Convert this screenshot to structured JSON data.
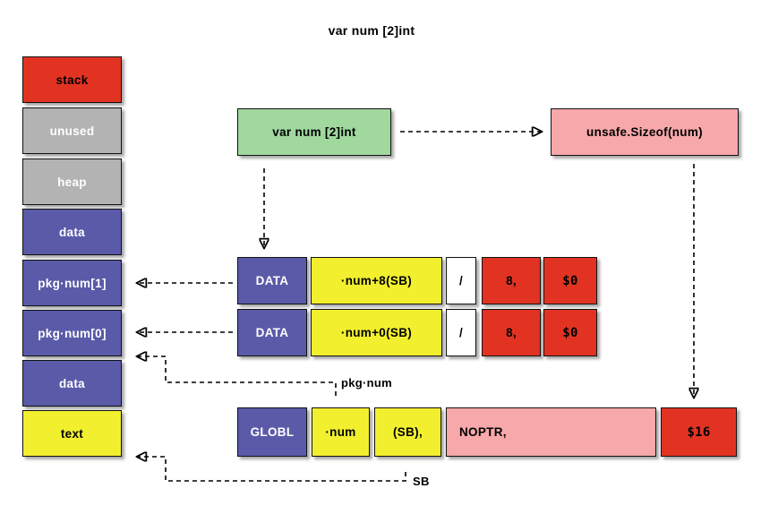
{
  "title": "var num [2]int",
  "colors": {
    "red": "#e23322",
    "gray": "#b3b3b3",
    "indigo": "#5a5aa9",
    "yellow": "#f2ef2f",
    "green": "#a0d89e",
    "pink": "#f7a8aa",
    "white": "#ffffff",
    "arrow": "#000000",
    "background": "#ffffff"
  },
  "memory_map": {
    "items": [
      {
        "label": "stack",
        "color": "red"
      },
      {
        "label": "unused",
        "color": "gray"
      },
      {
        "label": "heap",
        "color": "gray"
      },
      {
        "label": "data",
        "color": "indigo"
      },
      {
        "label": "pkg·num[1]",
        "color": "indigo"
      },
      {
        "label": "pkg·num[0]",
        "color": "indigo"
      },
      {
        "label": "data",
        "color": "indigo"
      },
      {
        "label": "text",
        "color": "yellow"
      }
    ]
  },
  "source": {
    "declaration": "var num [2]int",
    "sizeof": "unsafe.Sizeof(num)"
  },
  "data_directives": [
    {
      "op": "DATA",
      "operand": "·num+8(SB)",
      "sep": "/",
      "size": "8,",
      "value": "$0"
    },
    {
      "op": "DATA",
      "operand": "·num+0(SB)",
      "sep": "/",
      "size": "8,",
      "value": "$0"
    }
  ],
  "globl_directive": {
    "op": "GLOBL",
    "symbol": "·num",
    "base": "(SB),",
    "flags": "NOPTR,",
    "size": "$16"
  },
  "labels": {
    "pkg_num": "pkg·num",
    "sb": "SB"
  },
  "connections": [
    {
      "from": "source-declaration",
      "to": "sizeof-expression",
      "style": "dashed-arrow"
    },
    {
      "from": "source-declaration",
      "to": "data-directive-row-1",
      "style": "dashed-arrow"
    },
    {
      "from": "sizeof-expression",
      "to": "globl-size-cell",
      "style": "dashed-arrow"
    },
    {
      "from": "data-directive-row-1",
      "to": "memory-segment-pkg-num-1",
      "style": "dashed-arrow"
    },
    {
      "from": "data-directive-row-2",
      "to": "memory-segment-pkg-num-0",
      "style": "dashed-arrow"
    },
    {
      "from": "globl-symbol-cell",
      "to": "memory-segment-data-2",
      "style": "dashed-arrow",
      "label": "pkg·num"
    },
    {
      "from": "globl-base-cell",
      "to": "memory-segment-text",
      "style": "dashed-arrow",
      "label": "SB"
    }
  ]
}
